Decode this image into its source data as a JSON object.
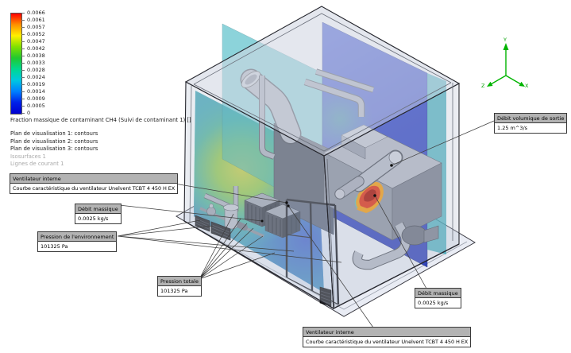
{
  "legend": {
    "values": [
      "0.0066",
      "0.0061",
      "0.0057",
      "0.0052",
      "0.0047",
      "0.0042",
      "0.0038",
      "0.0033",
      "0.0028",
      "0.0024",
      "0.0019",
      "0.0014",
      "0.0009",
      "0.0005",
      "0"
    ],
    "title": "Fraction massique de contaminant CH4 (Suivi de contaminant 1) []",
    "gradient": [
      "#ff0000",
      "#ff9000",
      "#fff000",
      "#80e000",
      "#20c830",
      "#00d890",
      "#00c8e0",
      "#0080ff",
      "#0020e8",
      "#0000d0"
    ],
    "layers": [
      {
        "label": "Plan de visualisation 1: contours",
        "muted": false
      },
      {
        "label": "Plan de visualisation 2: contours",
        "muted": false
      },
      {
        "label": "Plan de visualisation 3: contours",
        "muted": false
      },
      {
        "label": "Isosurfaces 1",
        "muted": true
      },
      {
        "label": "Lignes de courant 1",
        "muted": true
      }
    ]
  },
  "triad": {
    "x": "X",
    "y": "Y",
    "z": "Z",
    "color": "#00b400"
  },
  "callouts": [
    {
      "id": "fan-left",
      "title": "Ventilateur interne",
      "value": "Courbe caractéristique du ventilateur Unelvent TCBT 4 450 H EX"
    },
    {
      "id": "mass-flow-left",
      "title": "Débit massique",
      "value": "0.0025 kg/s"
    },
    {
      "id": "env-pressure",
      "title": "Pression de l'environnement",
      "value": "101325 Pa"
    },
    {
      "id": "total-pressure",
      "title": "Pression totale",
      "value": "101325 Pa"
    },
    {
      "id": "outlet-volume-flow",
      "title": "Débit volumique de sortie",
      "value": "1.25 m^3/s"
    },
    {
      "id": "mass-flow-right",
      "title": "Débit massique",
      "value": "0.0025 kg/s"
    },
    {
      "id": "fan-bottom",
      "title": "Ventilateur interne",
      "value": "Courbe caractéristique du ventilateur Unelvent TCBT 4 450 H EX"
    }
  ],
  "colors": {
    "callout_header_bg": "#b3b3b3",
    "callout_border": "#3a3a3a",
    "plane_blue": "#2a44c8",
    "plane_teal": "#2fb0bd",
    "hotspot_red": "#c81400",
    "hotspot_orange": "#ff9c00",
    "contour_yellow": "#c3cc3e",
    "contour_green": "#6ec24f",
    "shell_gray": "#c4cbda",
    "muted_text": "#a9a9a9"
  }
}
